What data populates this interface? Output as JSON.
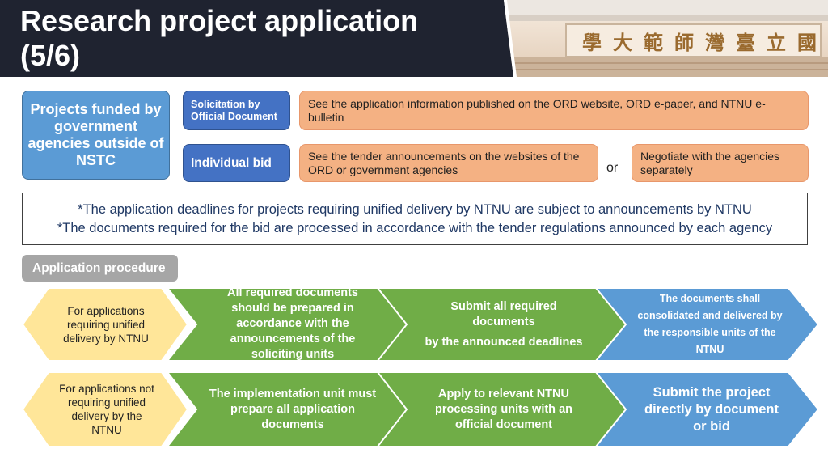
{
  "header": {
    "title_line1": "Research project application",
    "title_line2": "(5/6)",
    "sign_chars": [
      "學",
      "大",
      "範",
      "師",
      "灣",
      "臺",
      "立",
      "國"
    ]
  },
  "left_box": {
    "label": "Projects funded by government agencies outside of NSTC"
  },
  "row1": {
    "label": "Solicitation by Official Document",
    "description": "See the application information published on the ORD website, ORD e-paper,  and NTNU e-bulletin"
  },
  "row2": {
    "label": "Individual bid",
    "description": "See the tender announcements on the websites of the ORD or government agencies",
    "or_text": "or",
    "alt": "Negotiate with the agencies separately"
  },
  "notes": [
    "*The application deadlines for projects requiring unified delivery by NTNU are subject to announcements by NTNU",
    "*The documents required for the bid are processed in accordance with the tender regulations announced by each agency"
  ],
  "procedure_label": "Application procedure",
  "flow1": {
    "start": "For applications requiring unified delivery by NTNU",
    "step1": "All required documents should be prepared in accordance with the announcements of the soliciting units",
    "step2_line1": "Submit all required documents",
    "step2_line2": "by the announced deadlines",
    "end": "The documents shall consolidated and delivered by the responsible units of the NTNU"
  },
  "flow2": {
    "start": "For applications not requiring unified delivery by the NTNU",
    "step1": "The implementation unit must prepare all application documents",
    "step2": "Apply to relevant NTNU processing units with an official document",
    "end": "Submit the project directly by document or bid"
  },
  "colors": {
    "header_bg": "#1f2330",
    "diamond": "#ffe699",
    "green": "#70ad47",
    "blue_arrow": "#5b9bd5",
    "salmon": "#f4b183",
    "dark_blue": "#4472c4",
    "note_text": "#1f3864"
  }
}
